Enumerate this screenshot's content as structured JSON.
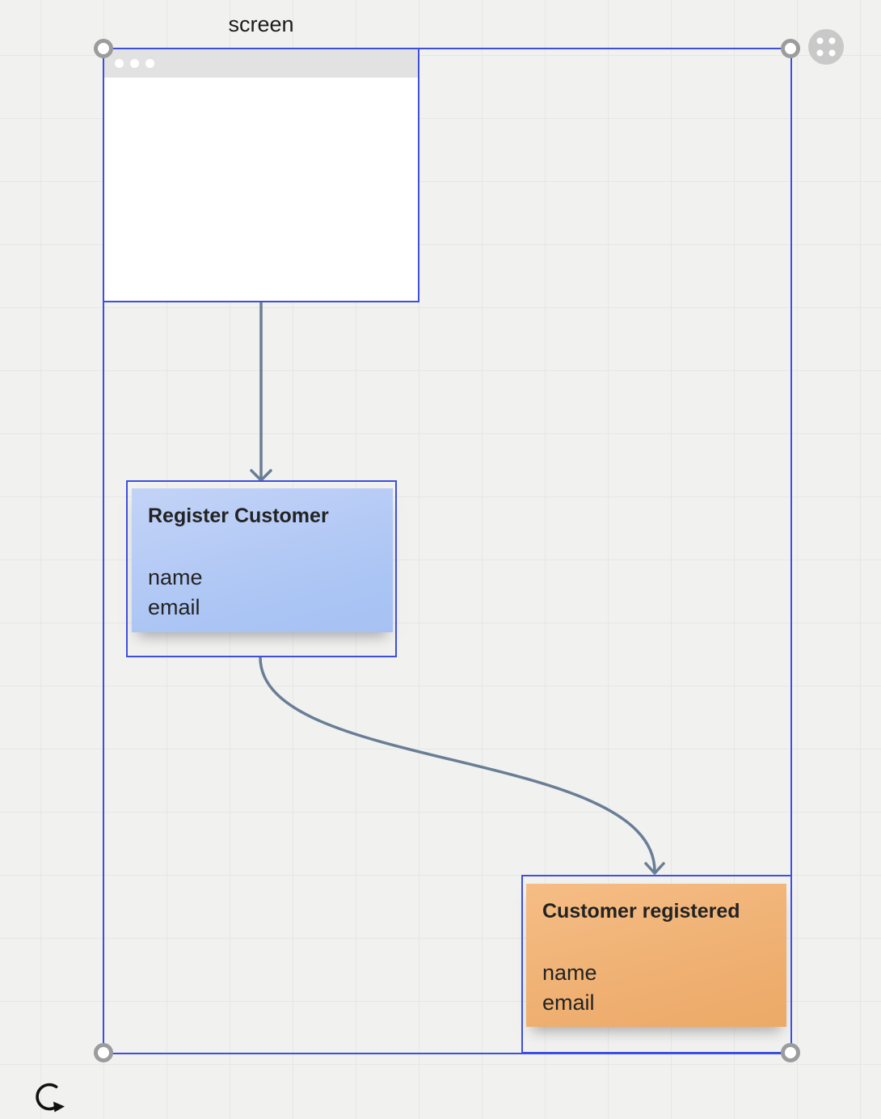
{
  "screen": {
    "title": "screen"
  },
  "cards": [
    {
      "title": "Register Customer",
      "fields": [
        "name",
        "email"
      ],
      "color": "#aec7f4"
    },
    {
      "title": "Customer registered",
      "fields": [
        "name",
        "email"
      ],
      "color": "#f0b077"
    }
  ],
  "connectors": [
    {
      "from": "screen",
      "to": "Register Customer",
      "shape": "straight-down-arrow"
    },
    {
      "from": "Register Customer",
      "to": "Customer registered",
      "shape": "s-curve-arrow"
    }
  ],
  "icons": {
    "window_controls": "three-dots",
    "context_menu": "four-dot-grid",
    "rotate_handle": "circular-arrow",
    "selection_handles": "corner-circles"
  },
  "colors": {
    "selection_outline": "#3e4fe0",
    "connector": "#697e95",
    "canvas_bg": "#f1f1f0",
    "grid_line": "#e6e6e4",
    "card_blue": "#aec7f4",
    "card_orange": "#f0b077",
    "titlebar": "#e2e2e2",
    "handle_ring": "#9c9c9c",
    "context_button_bg": "#c9c9c9"
  }
}
